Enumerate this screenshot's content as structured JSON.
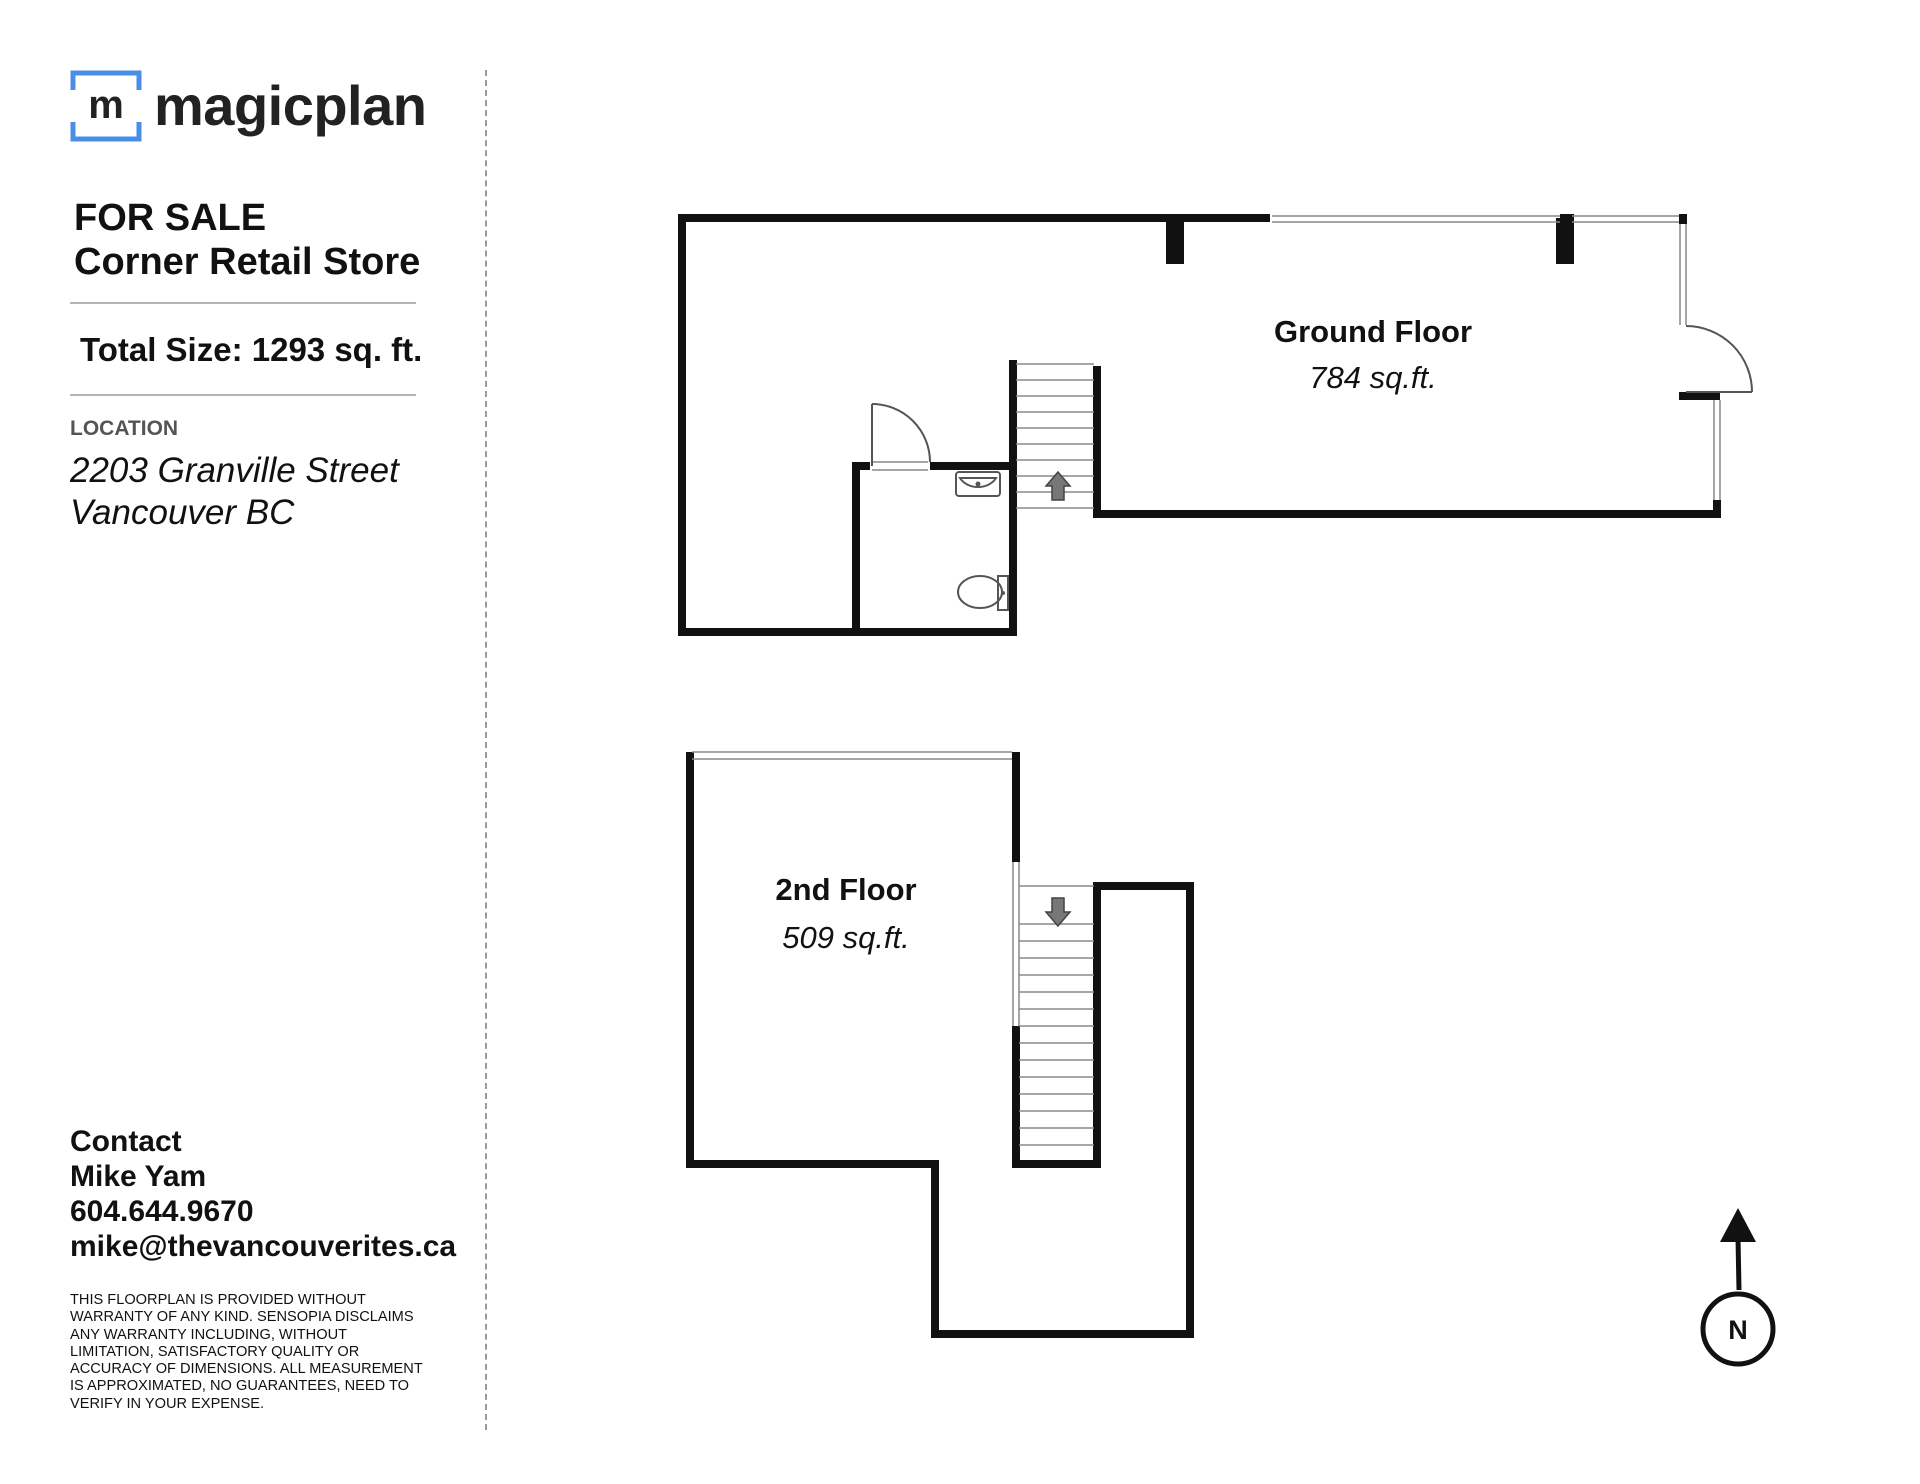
{
  "brand": {
    "name": "magicplan",
    "mark_letter": "m",
    "accent_color": "#4a8fe7"
  },
  "listing": {
    "title_line1": "FOR SALE",
    "title_line2": "Corner Retail Store",
    "total_size": "Total Size: 1293 sq. ft."
  },
  "location": {
    "label": "LOCATION",
    "line1": "2203 Granville Street",
    "line2": "Vancouver BC"
  },
  "contact": {
    "heading": "Contact",
    "name": "Mike Yam",
    "phone": "604.644.9670",
    "email": "mike@thevancouverites.ca"
  },
  "disclaimer": "THIS FLOORPLAN IS PROVIDED WITHOUT WARRANTY OF ANY KIND. SENSOPIA DISCLAIMS ANY WARRANTY INCLUDING, WITHOUT LIMITATION, SATISFACTORY QUALITY OR ACCURACY OF DIMENSIONS. All MEASUREMENT IS APPROXIMATED, NO GUARANTEES, NEED TO VERIFY IN YOUR EXPENSE.",
  "floors": [
    {
      "title": "Ground Floor",
      "area": "784 sq.ft.",
      "stair_direction": "up"
    },
    {
      "title": "2nd Floor",
      "area": "509 sq.ft.",
      "stair_direction": "down"
    }
  ],
  "compass": {
    "label": "N"
  },
  "icons": [
    "magicplan-logo-icon",
    "stair-up-arrow-icon",
    "stair-down-arrow-icon",
    "sink-icon",
    "toilet-icon",
    "north-arrow-icon"
  ]
}
